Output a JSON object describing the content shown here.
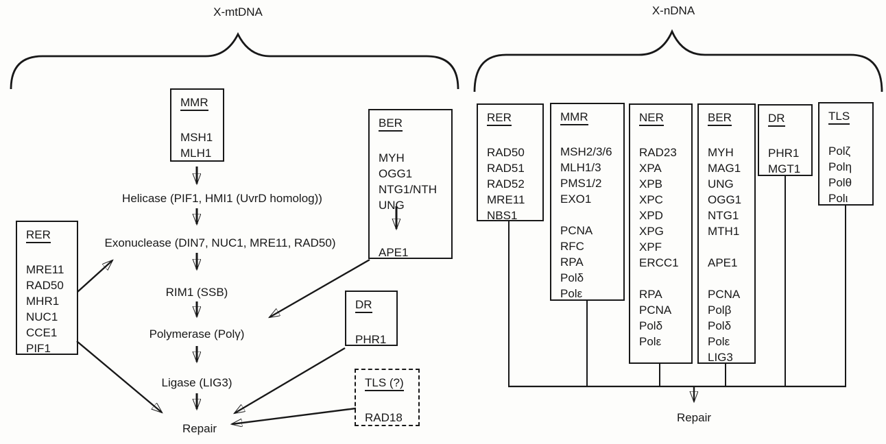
{
  "left": {
    "title": "X-mtDNA",
    "boxes": {
      "mmr": {
        "label": "MMR",
        "items": [
          "MSH1",
          "MLH1"
        ]
      },
      "rer": {
        "label": "RER",
        "items": [
          "MRE11",
          "RAD50",
          "MHR1",
          "NUC1",
          "CCE1",
          "PIF1"
        ]
      },
      "ber": {
        "label": "BER",
        "items": [
          "MYH",
          "OGG1",
          "NTG1/NTH",
          "UNG",
          "",
          "",
          "APE1"
        ]
      },
      "dr": {
        "label": "DR",
        "items": [
          "PHR1"
        ]
      },
      "tls": {
        "label": "TLS (?)",
        "items": [
          "RAD18"
        ]
      }
    },
    "steps": {
      "helicase": "Helicase (PIF1, HMI1 (UvrD homolog))",
      "exonuclease": "Exonuclease (DIN7, NUC1, MRE11, RAD50)",
      "ssb": "RIM1 (SSB)",
      "polymerase": "Polymerase (Polγ)",
      "ligase": "Ligase (LIG3)",
      "repair": "Repair"
    }
  },
  "right": {
    "title": "X-nDNA",
    "boxes": {
      "rer": {
        "label": "RER",
        "items": [
          "RAD50",
          "RAD51",
          "RAD52",
          "MRE11",
          "NBS1"
        ]
      },
      "mmr": {
        "label": "MMR",
        "items": [
          "MSH2/3/6",
          "MLH1/3",
          "PMS1/2",
          "EXO1",
          "",
          "PCNA",
          "RFC",
          "RPA",
          "Polδ",
          "Polε"
        ]
      },
      "ner": {
        "label": "NER",
        "items": [
          "RAD23",
          "XPA",
          "XPB",
          "XPC",
          "XPD",
          "XPG",
          "XPF",
          "ERCC1",
          "",
          "RPA",
          "PCNA",
          "Polδ",
          "Polε"
        ]
      },
      "ber": {
        "label": "BER",
        "items": [
          "MYH",
          "MAG1",
          "UNG",
          "OGG1",
          "NTG1",
          "MTH1",
          "",
          "APE1",
          "",
          "PCNA",
          "Polβ",
          "Polδ",
          "Polε",
          "LIG3"
        ]
      },
      "dr": {
        "label": "DR",
        "items": [
          "PHR1",
          "MGT1"
        ]
      },
      "tls": {
        "label": "TLS",
        "items": [
          "Polζ",
          "Polη",
          "Polθ",
          "Polι"
        ]
      }
    },
    "repair": "Repair"
  },
  "colors": {
    "ink": "#181818",
    "paper": "#fdfdfb"
  }
}
